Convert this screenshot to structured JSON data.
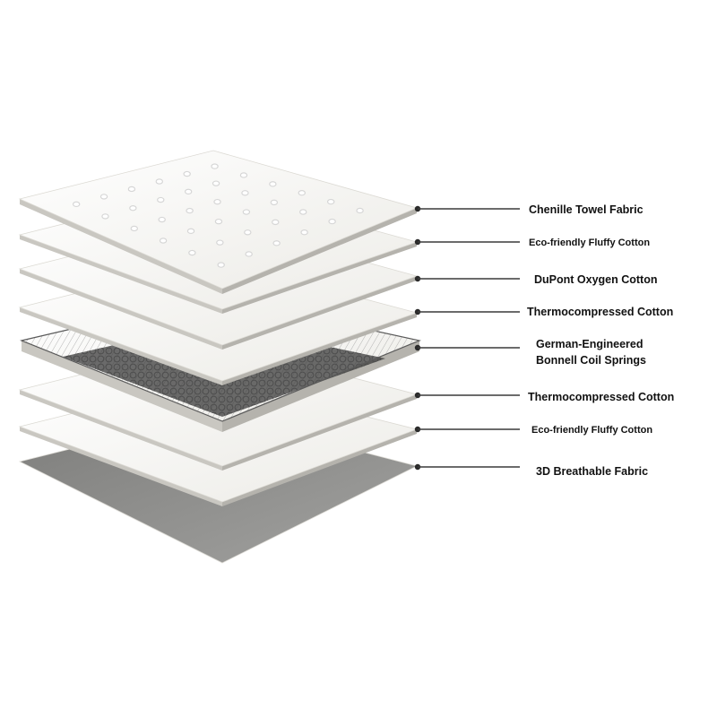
{
  "diagram": {
    "layers": [
      {
        "id": "chenille",
        "kind": "quilted-top",
        "label_lines": [
          "Chenille Towel Fabric"
        ]
      },
      {
        "id": "eco-cotton-top",
        "kind": "sheet",
        "label_lines": [
          "Eco-friendly Fluffy Cotton"
        ]
      },
      {
        "id": "dupont",
        "kind": "sheet",
        "label_lines": [
          "DuPont Oxygen Cotton"
        ]
      },
      {
        "id": "thermo-top",
        "kind": "sheet",
        "label_lines": [
          "Thermocompressed Cotton"
        ]
      },
      {
        "id": "springs",
        "kind": "coil-springs",
        "label_lines": [
          "German-Engineered",
          "Bonnell Coil Springs"
        ]
      },
      {
        "id": "thermo-bottom",
        "kind": "sheet",
        "label_lines": [
          "Thermocompressed Cotton"
        ]
      },
      {
        "id": "eco-cotton-bottom",
        "kind": "sheet",
        "label_lines": [
          "Eco-friendly Fluffy Cotton"
        ]
      },
      {
        "id": "breathable",
        "kind": "base-fabric",
        "label_lines": [
          "3D Breathable Fabric"
        ]
      }
    ],
    "colors": {
      "sheet": "#f4f3ef",
      "sheet_shade": "#c9c7c1",
      "quilt_dot": "#d6d6d6",
      "spring_wire": "#5a5a5a",
      "base_fabric": "#8a8a88",
      "leader": "#3a3a3a"
    }
  }
}
